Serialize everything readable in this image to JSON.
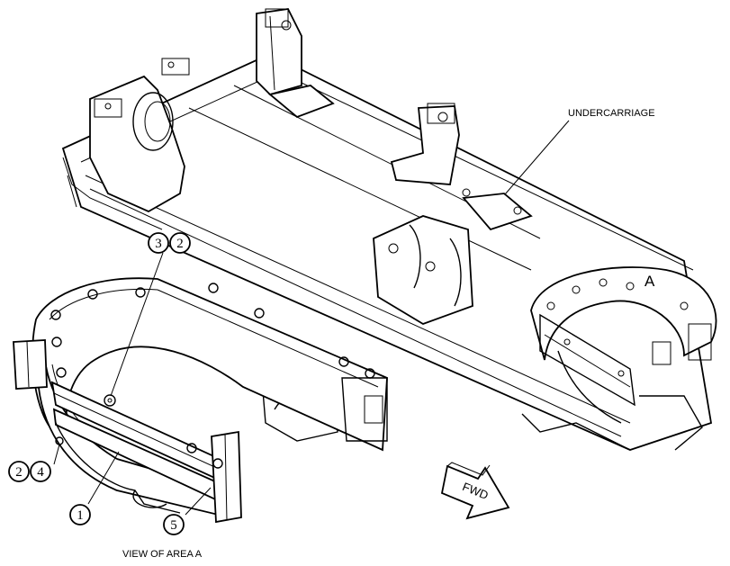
{
  "labels": {
    "undercarriage": "UNDERCARRIAGE",
    "area_marker": "A",
    "view_caption": "VIEW OF AREA A",
    "fwd": "FWD"
  },
  "callouts": {
    "c3": "3",
    "c2_top": "2",
    "c2_left": "2",
    "c4": "4",
    "c1": "1",
    "c5": "5"
  }
}
